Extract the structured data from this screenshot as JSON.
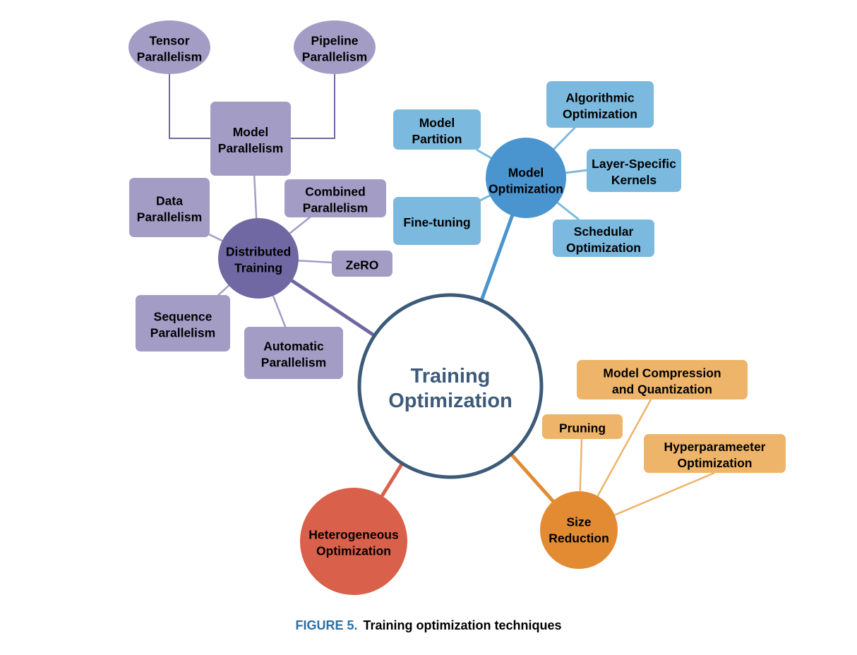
{
  "center": {
    "label": [
      "Training",
      "Optimization"
    ]
  },
  "categories": [
    {
      "id": "distributed",
      "label": [
        "Distributed",
        "Training"
      ],
      "color": "#6f68a2",
      "leaf_color": "#a39dc6",
      "leaves": [
        {
          "id": "model-parallelism",
          "label": [
            "Model",
            "Parallelism"
          ]
        },
        {
          "id": "data-parallelism",
          "label": [
            "Data",
            "Parallelism"
          ]
        },
        {
          "id": "combined-parallelism",
          "label": [
            "Combined",
            "Parallelism"
          ]
        },
        {
          "id": "zero",
          "label": [
            "ZeRO"
          ]
        },
        {
          "id": "sequence-parallelism",
          "label": [
            "Sequence",
            "Parallelism"
          ]
        },
        {
          "id": "automatic-parallelism",
          "label": [
            "Automatic",
            "Parallelism"
          ]
        }
      ],
      "sub_leaves": [
        {
          "id": "tensor-parallelism",
          "label": [
            "Tensor",
            "Parallelism"
          ]
        },
        {
          "id": "pipeline-parallelism",
          "label": [
            "Pipeline",
            "Parallelism"
          ]
        }
      ]
    },
    {
      "id": "model-optimization",
      "label": [
        "Model",
        "Optimization"
      ],
      "color": "#4a94cf",
      "leaf_color": "#7bb9df",
      "leaves": [
        {
          "id": "model-partition",
          "label": [
            "Model",
            "Partition"
          ]
        },
        {
          "id": "algorithmic-optimization",
          "label": [
            "Algorithmic",
            "Optimization"
          ]
        },
        {
          "id": "layer-specific-kernels",
          "label": [
            "Layer-Specific",
            "Kernels"
          ]
        },
        {
          "id": "fine-tuning",
          "label": [
            "Fine-tuning"
          ]
        },
        {
          "id": "schedular-optimization",
          "label": [
            "Schedular",
            "Optimization"
          ]
        }
      ]
    },
    {
      "id": "size-reduction",
      "label": [
        "Size",
        "Reduction"
      ],
      "color": "#e38b32",
      "leaf_color": "#eeb46a",
      "leaves": [
        {
          "id": "model-compression",
          "label": [
            "Model Compression",
            "and Quantization"
          ]
        },
        {
          "id": "pruning",
          "label": [
            "Pruning"
          ]
        },
        {
          "id": "hyperparameter-optimization",
          "label": [
            "Hyperparameeter",
            "Optimization"
          ]
        }
      ]
    },
    {
      "id": "heterogeneous",
      "label": [
        "Heterogeneous",
        "Optimization"
      ],
      "color": "#d9604a"
    }
  ],
  "caption": {
    "figure_label": "FIGURE 5.",
    "text": "Training optimization techniques"
  }
}
